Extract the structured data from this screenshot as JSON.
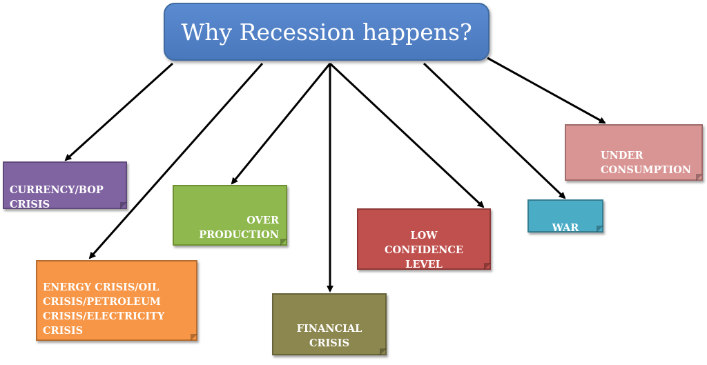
{
  "root": {
    "label": "Why Recession happens?"
  },
  "nodes": [
    {
      "id": "currency",
      "label": "CURRENCY/BOP\n CRISIS"
    },
    {
      "id": "energy",
      "label": "ENERGY CRISIS/OIL\n CRISIS/PETROLEUM\nCRISIS/ELECTRICITY\nCRISIS"
    },
    {
      "id": "over",
      "label": "OVER\nPRODUCTION"
    },
    {
      "id": "financial",
      "label": "FINANCIAL\nCRISIS"
    },
    {
      "id": "low",
      "label": "LOW\nCONFIDENCE\nLEVEL"
    },
    {
      "id": "war",
      "label": "WAR"
    },
    {
      "id": "under",
      "label": "UNDER\nCONSUMPTION"
    }
  ],
  "colors": {
    "root": "#4f81bd",
    "currency": "#8064a2",
    "energy": "#f79646",
    "over": "#8fb94f",
    "financial": "#8c874f",
    "low": "#c0504d",
    "war": "#4bacc6",
    "under": "#d99594",
    "arrow": "#000000"
  }
}
